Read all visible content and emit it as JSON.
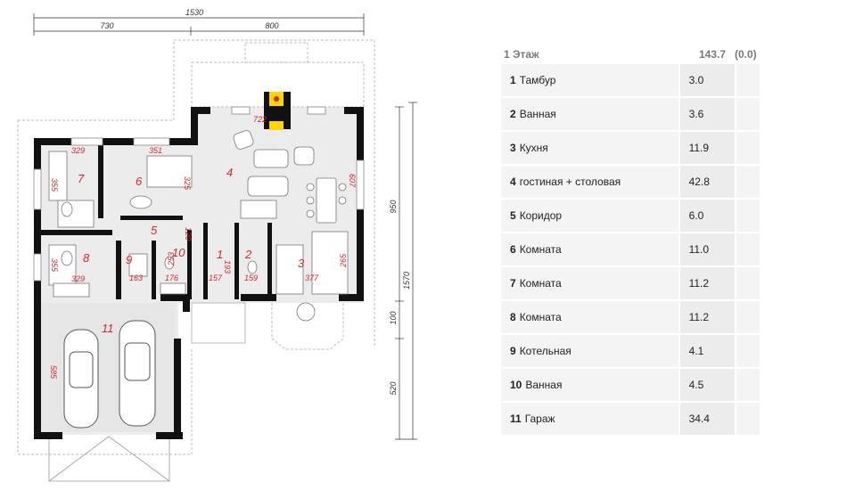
{
  "plan": {
    "dims": {
      "total_width": "1530",
      "left_width": "730",
      "right_width": "800",
      "total_depth": "1570",
      "house_depth": "950",
      "gap_depth": "100",
      "garage_depth": "520",
      "d722": "722",
      "d329a": "329",
      "d351": "351",
      "d355a": "355",
      "d325": "325",
      "d607": "607",
      "d120": "120",
      "d355b": "355",
      "d329b": "329",
      "d163": "163",
      "d176": "176",
      "d253": "253",
      "d157": "157",
      "d193": "193",
      "d159": "159",
      "d377": "377",
      "d265": "265",
      "d585": "585"
    },
    "rooms": [
      "1",
      "2",
      "3",
      "4",
      "5",
      "6",
      "7",
      "8",
      "9",
      "10",
      "11"
    ]
  },
  "table": {
    "floor_label": "1 Этаж",
    "total_area": "143.7",
    "extra": "(0.0)",
    "rows": [
      {
        "num": "1",
        "name": "Тамбур",
        "area": "3.0"
      },
      {
        "num": "2",
        "name": "Ванная",
        "area": "3.6"
      },
      {
        "num": "3",
        "name": "Кухня",
        "area": "11.9"
      },
      {
        "num": "4",
        "name": "гостиная + столовая",
        "area": "42.8"
      },
      {
        "num": "5",
        "name": "Коридор",
        "area": "6.0"
      },
      {
        "num": "6",
        "name": "Комната",
        "area": "11.0"
      },
      {
        "num": "7",
        "name": "Комната",
        "area": "11.2"
      },
      {
        "num": "8",
        "name": "Комната",
        "area": "11.2"
      },
      {
        "num": "9",
        "name": "Котельная",
        "area": "4.1"
      },
      {
        "num": "10",
        "name": "Ванная",
        "area": "4.5"
      },
      {
        "num": "11",
        "name": "Гараж",
        "area": "34.4"
      }
    ]
  }
}
